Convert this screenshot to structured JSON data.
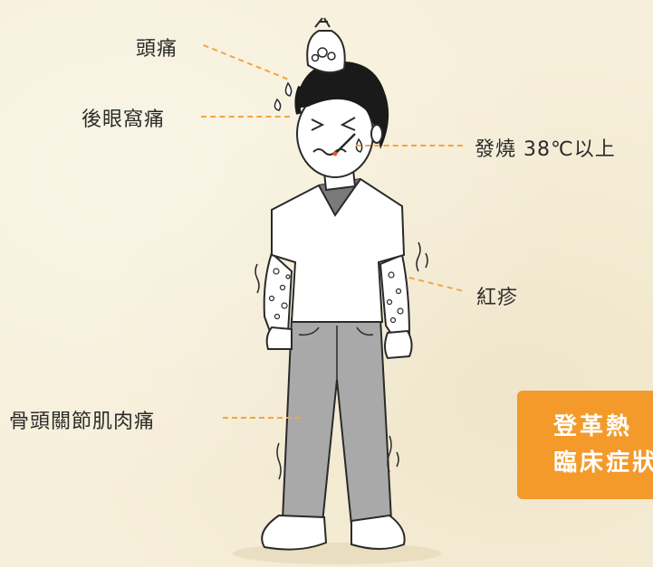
{
  "labels": {
    "headache": "頭痛",
    "retro_orbital_pain": "後眼窩痛",
    "fever": "發燒 38℃以上",
    "rash": "紅疹",
    "bone_joint_muscle_pain": "骨頭關節肌肉痛"
  },
  "badge": {
    "line1": "登革熱",
    "line2": "臨床症狀"
  },
  "colors": {
    "background": "#f6efd9",
    "accent": "#f39a2b",
    "leader_line": "#f2a540",
    "pants": "#a9a9a9",
    "hair": "#1a1a1a"
  }
}
